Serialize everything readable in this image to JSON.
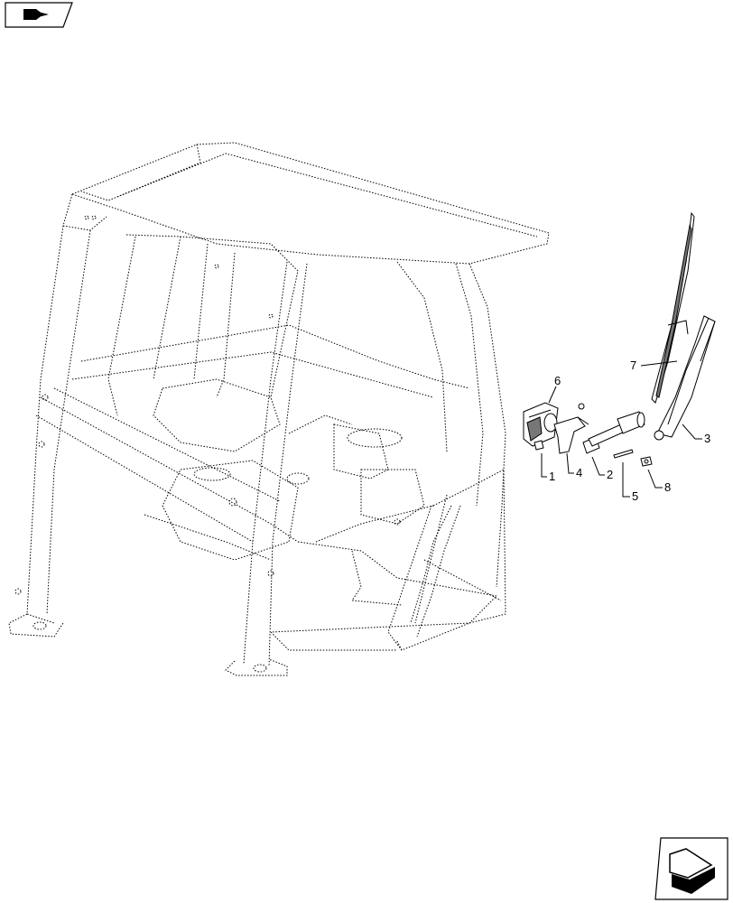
{
  "icons": {
    "top_left": "previous-page-icon",
    "bottom_right": "next-page-icon"
  },
  "callouts": [
    {
      "id": "1",
      "label": "1"
    },
    {
      "id": "2",
      "label": "2"
    },
    {
      "id": "3",
      "label": "3"
    },
    {
      "id": "4",
      "label": "4"
    },
    {
      "id": "5",
      "label": "5"
    },
    {
      "id": "6",
      "label": "6"
    },
    {
      "id": "7",
      "label": "7"
    },
    {
      "id": "8",
      "label": "8"
    }
  ]
}
